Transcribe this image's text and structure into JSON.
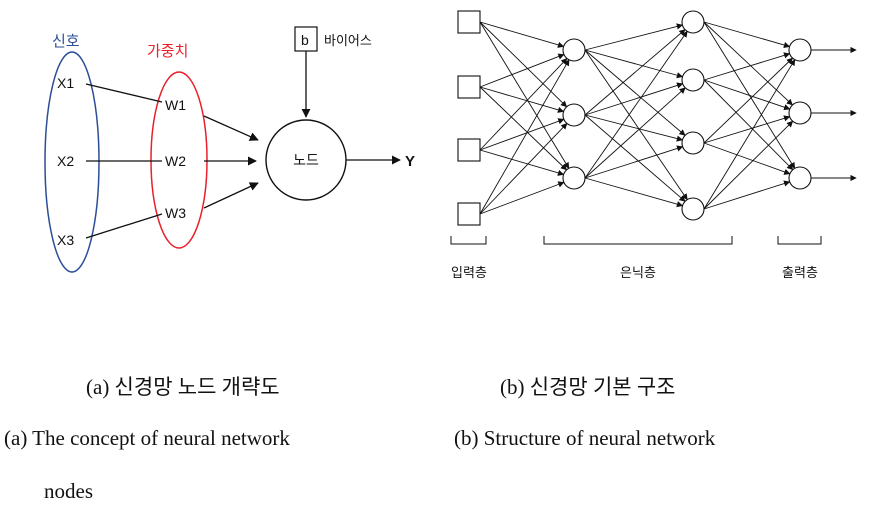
{
  "left_diagram": {
    "signal_label": "신호",
    "weight_label": "가중치",
    "inputs": [
      "X1",
      "X2",
      "X3"
    ],
    "weights": [
      "W1",
      "W2",
      "W3"
    ],
    "bias_box": "b",
    "bias_label": "바이어스",
    "node_label": "노드",
    "output_label": "Y",
    "colors": {
      "signal": "#2b4e97",
      "weight": "#e8202a",
      "line": "#111111"
    }
  },
  "right_diagram": {
    "layer_labels": {
      "input": "입력층",
      "hidden": "은닉층",
      "output": "출력층"
    }
  },
  "captions": {
    "a_korean": "(a) 신경망 노드 개략도",
    "b_korean": "(b) 신경망 기본 구조",
    "a_english_line1": "(a) The concept of neural network",
    "a_english_line2": "nodes",
    "b_english": "(b) Structure of neural network"
  }
}
